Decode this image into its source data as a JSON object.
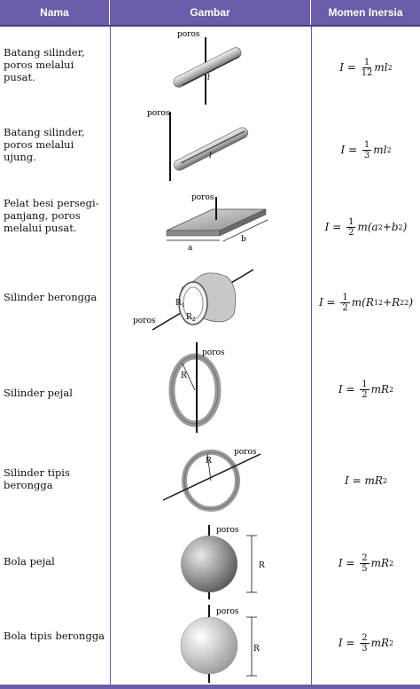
{
  "header": {
    "col_name": "Nama",
    "col_figure": "Gambar",
    "col_inertia": "Momen Inersia"
  },
  "rows": [
    {
      "name": "Batang silinder, poros melalui pusat.",
      "labels": [
        "poros",
        "l"
      ],
      "coef_num": "1",
      "coef_den": "12",
      "tail": "ml"
    },
    {
      "name": "Batang silinder, poros melalui ujung.",
      "labels": [
        "poros",
        "l"
      ],
      "coef_num": "1",
      "coef_den": "3",
      "tail": "ml"
    },
    {
      "name": "Pelat besi persegi-panjang, poros melalui pusat.",
      "labels": [
        "poros",
        "a",
        "b"
      ],
      "coef_num": "1",
      "coef_den": "2"
    },
    {
      "name": "Silinder berongga",
      "labels": [
        "poros",
        "R",
        "1",
        "R",
        "2"
      ],
      "coef_num": "1",
      "coef_den": "2"
    },
    {
      "name": "Silinder pejal",
      "labels": [
        "poros",
        "R"
      ],
      "coef_num": "1",
      "coef_den": "2",
      "tail": "mR"
    },
    {
      "name": "Silinder tipis berongga",
      "labels": [
        "poros",
        "R"
      ],
      "formula": "I = mR"
    },
    {
      "name": "Bola pejal",
      "labels": [
        "poros",
        "R"
      ],
      "coef_num": "2",
      "coef_den": "5",
      "tail": "mR"
    },
    {
      "name": "Bola tipis berongga",
      "labels": [
        "poros",
        "R"
      ],
      "coef_num": "2",
      "coef_den": "3",
      "tail": "mR"
    }
  ]
}
